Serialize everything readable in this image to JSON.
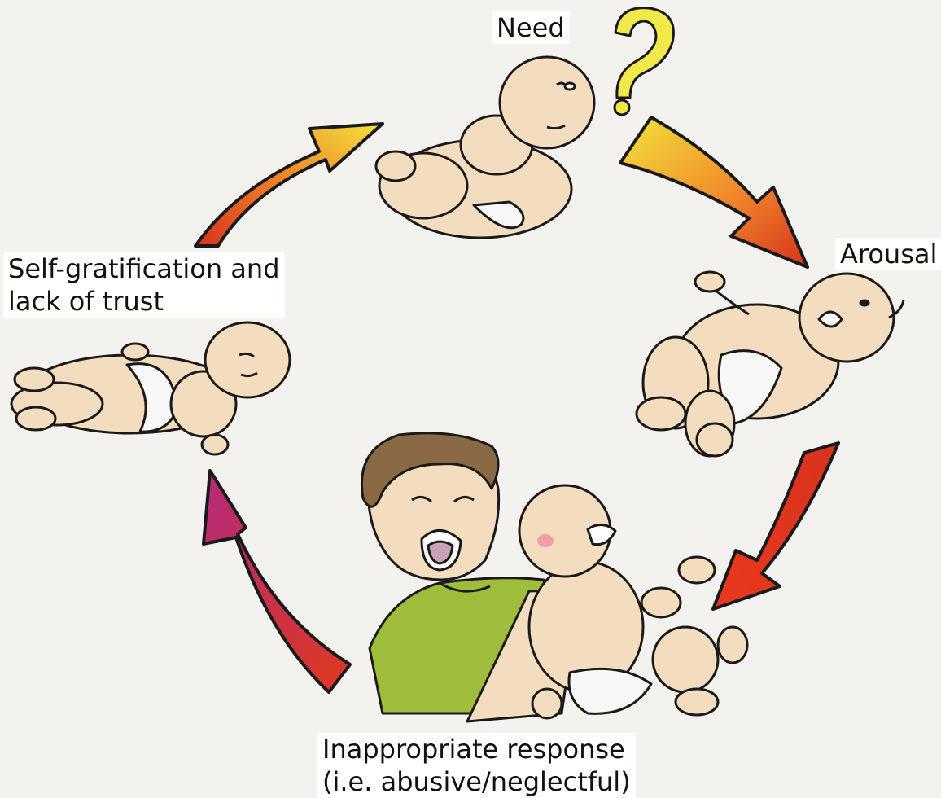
{
  "diagram": {
    "stages": [
      {
        "id": "need",
        "label": "Need"
      },
      {
        "id": "arousal",
        "label": "Arousal"
      },
      {
        "id": "inappropriate-response",
        "line1": "Inappropriate response",
        "line2": "(i.e. abusive/neglectful)"
      },
      {
        "id": "self-gratification",
        "line1": "Self-gratification and",
        "line2": "lack of trust"
      }
    ],
    "question_mark": "?"
  },
  "colors": {
    "background": "#f3f2ef",
    "skin": "#f4dcbf",
    "outline": "#1a1a1a",
    "arrow_yellow": "#f2e33a",
    "arrow_orange": "#f08a2a",
    "arrow_red": "#d8321e",
    "arrow_magenta": "#b42a6a",
    "shirt_green": "#9fbd3b",
    "hair_brown": "#8a6a44",
    "diaper": "#f8f8f8",
    "question_yellow": "#f1e84a"
  }
}
